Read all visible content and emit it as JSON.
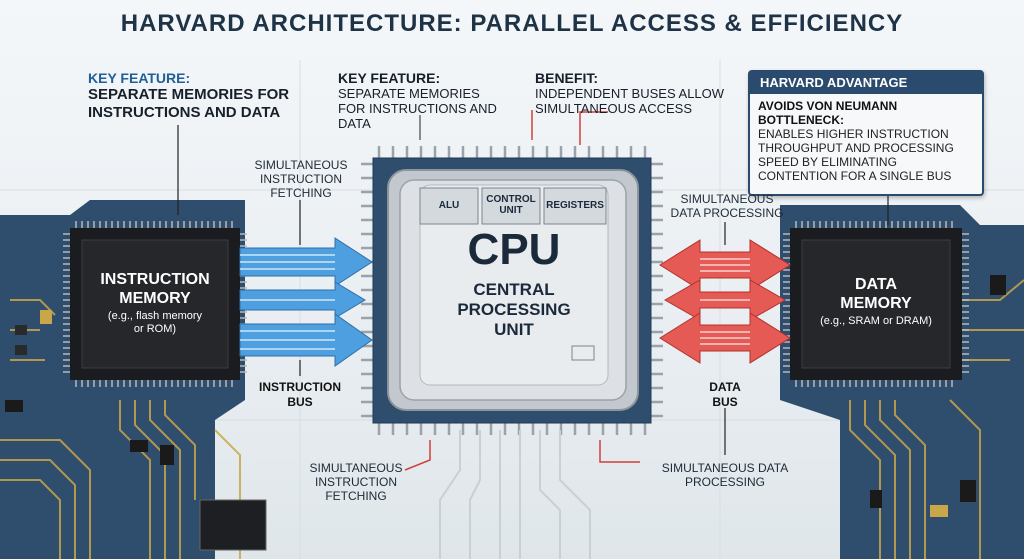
{
  "title": "HARVARD ARCHITECTURE: PARALLEL ACCESS & EFFICIENCY",
  "key_feature_left": {
    "heading": "KEY FEATURE:",
    "body": "SEPARATE MEMORIES FOR INSTRUCTIONS AND DATA"
  },
  "key_feature_mid": {
    "heading": "KEY FEATURE:",
    "body": "SEPARATE MEMORIES FOR INSTRUCTIONS AND DATA"
  },
  "benefit": {
    "heading": "BENEFIT:",
    "body": "INDEPENDENT BUSES ALLOW SIMULTANEOUS ACCESS"
  },
  "advantage": {
    "heading": "HARVARD ADVANTAGE",
    "bold": "AVOIDS VON NEUMANN BOTTLENECK:",
    "body": "ENABLES HIGHER INSTRUCTION THROUGHPUT AND PROCESSING SPEED BY ELIMINATING CONTENTION FOR A SINGLE BUS"
  },
  "instruction_memory": {
    "title_line1": "INSTRUCTION",
    "title_line2": "MEMORY",
    "subtitle": "(e.g., flash memory or ROM)"
  },
  "data_memory": {
    "title_line1": "DATA",
    "title_line2": "MEMORY",
    "subtitle": "(e.g., SRAM or DRAM)"
  },
  "cpu": {
    "title": "CPU",
    "subtitle_line1": "CENTRAL",
    "subtitle_line2": "PROCESSING",
    "subtitle_line3": "UNIT",
    "alu": "ALU",
    "control_unit": "CONTROL UNIT",
    "registers": "REGISTERS"
  },
  "labels": {
    "sim_instr_top": "SIMULTANEOUS INSTRUCTION FETCHING",
    "sim_data_top": "SIMULTANEOUS DATA PROCESSING",
    "instruction_bus": "INSTRUCTION BUS",
    "data_bus": "DATA BUS",
    "sim_instr_bottom": "SIMULTANEOUS INSTRUCTION FETCHING",
    "sim_data_bottom": "SIMULTANEOUS DATA PROCESSING"
  },
  "colors": {
    "instruction_bus": "#3b8fd9",
    "data_bus": "#e0504a",
    "board": "#2d4a6a",
    "trace": "#c9a64a",
    "title": "#1f3347",
    "accent": "#1f5f96"
  }
}
